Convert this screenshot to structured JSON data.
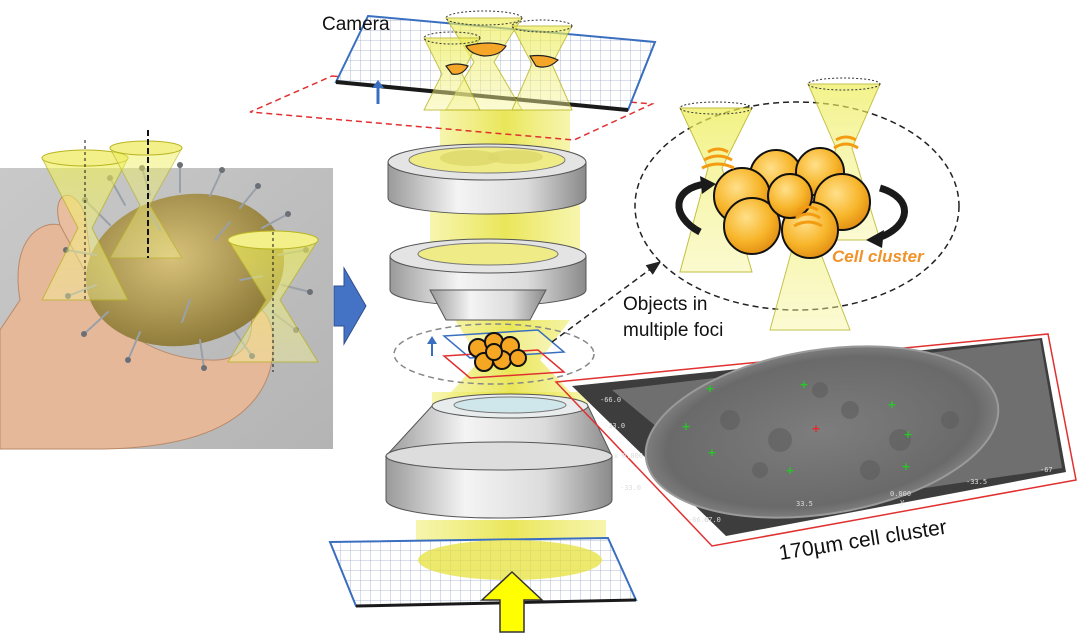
{
  "labels": {
    "camera": "Camera",
    "objects_line1": "Objects in",
    "objects_line2": "multiple  foci",
    "cell_cluster": "Cell cluster",
    "size": "170µm cell cluster"
  },
  "image_axes": {
    "left_ticks": [
      "-66.0",
      "-33.0",
      "0.000",
      "-33.0",
      "-66.0"
    ],
    "bottom_ticks": [
      "67.0",
      "33.5",
      "0.000",
      "-33.5",
      "-67"
    ],
    "x_label": "x",
    "y_label": "y"
  },
  "icons": {
    "photo": "potato-with-pins-photo",
    "arrow_right": "blue-right-arrow",
    "arrow_up": "yellow-up-arrow"
  },
  "colors": {
    "light_cone": "#e8e84a",
    "cell": "#f5a623",
    "frame_red": "#e03030",
    "grid_blue": "#3a6fc0",
    "blue_arrow": "#4472c4"
  }
}
